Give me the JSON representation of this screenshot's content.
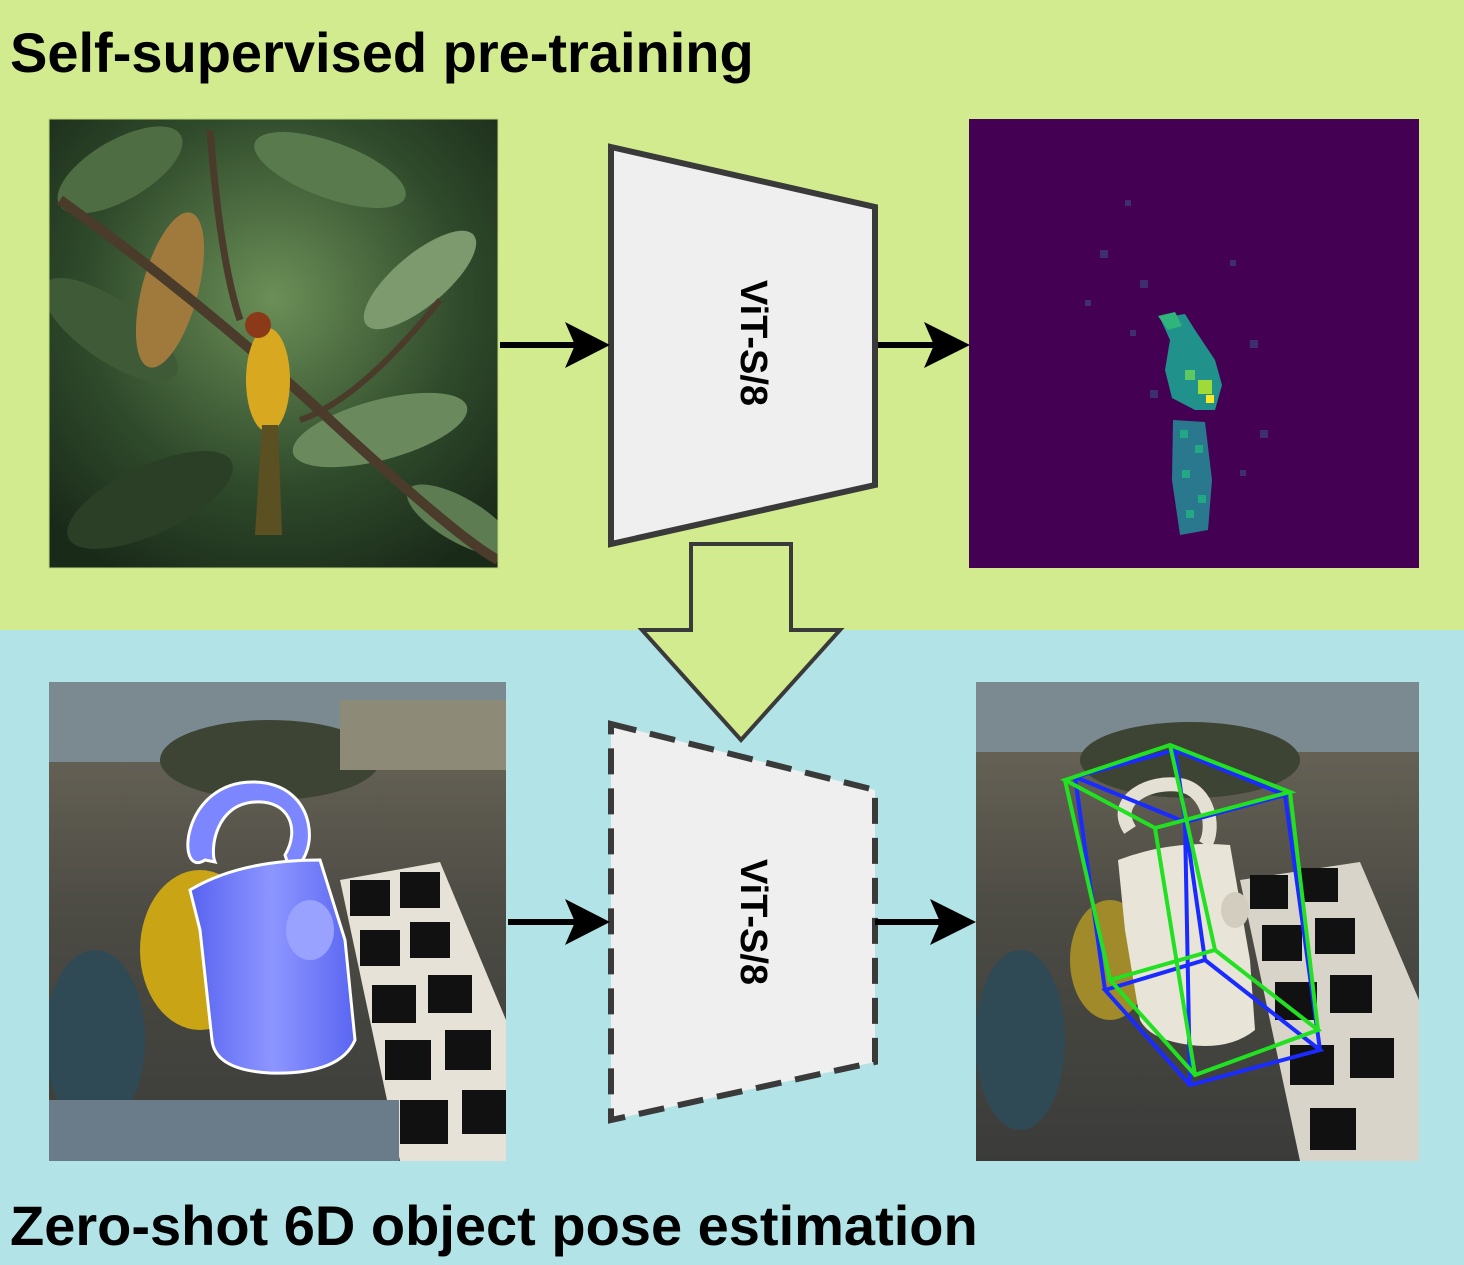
{
  "top_section": {
    "title": "Self-supervised pre-training",
    "background": "#d1eb8e",
    "encoder_label": "ViT-S/8",
    "input_image": "bird-in-tree-photo",
    "output_image": "attention-map-viridis"
  },
  "bottom_section": {
    "title": "Zero-shot 6D object pose estimation",
    "background": "#b2e3e6",
    "encoder_label": "ViT-S/8",
    "input_image": "watering-can-segmentation-mask",
    "output_image": "watering-can-3d-bounding-box"
  },
  "colors": {
    "encoder_fill": "#efefef",
    "encoder_stroke": "#3a3a3a",
    "transfer_arrow": "#d1eb8e",
    "attention_bg": "#440154",
    "mask_overlay": "#6f7bff",
    "box_green": "#22e022",
    "box_blue": "#1a2bff"
  }
}
